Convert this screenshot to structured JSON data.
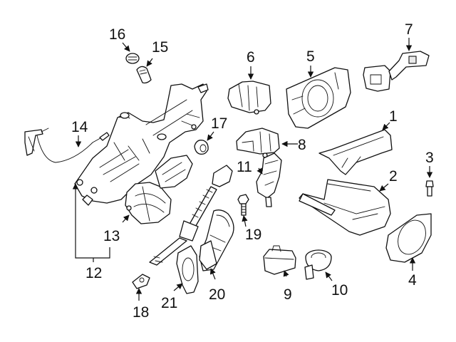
{
  "diagram": {
    "type": "exploded parts diagram",
    "subject": "steering column assembly components",
    "callouts": [
      {
        "id": "1",
        "label": "1"
      },
      {
        "id": "2",
        "label": "2"
      },
      {
        "id": "3",
        "label": "3"
      },
      {
        "id": "4",
        "label": "4"
      },
      {
        "id": "5",
        "label": "5"
      },
      {
        "id": "6",
        "label": "6"
      },
      {
        "id": "7",
        "label": "7"
      },
      {
        "id": "8",
        "label": "8"
      },
      {
        "id": "9",
        "label": "9"
      },
      {
        "id": "10",
        "label": "10"
      },
      {
        "id": "11",
        "label": "11"
      },
      {
        "id": "12",
        "label": "12"
      },
      {
        "id": "13",
        "label": "13"
      },
      {
        "id": "14",
        "label": "14"
      },
      {
        "id": "15",
        "label": "15"
      },
      {
        "id": "16",
        "label": "16"
      },
      {
        "id": "17",
        "label": "17"
      },
      {
        "id": "18",
        "label": "18"
      },
      {
        "id": "19",
        "label": "19"
      },
      {
        "id": "20",
        "label": "20"
      },
      {
        "id": "21",
        "label": "21"
      }
    ],
    "colors": {
      "line": "#111111",
      "background": "#ffffff"
    }
  }
}
